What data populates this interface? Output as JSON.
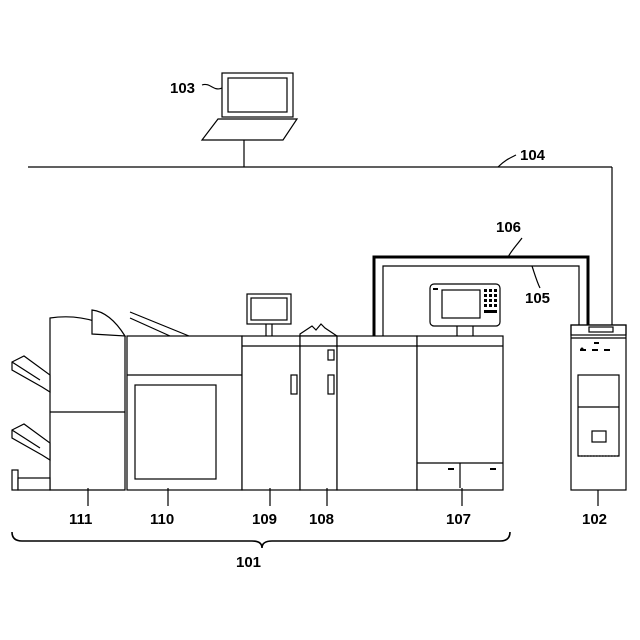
{
  "labels": {
    "pc": "103",
    "network": "104",
    "cable_outer": "106",
    "cable_inner": "105",
    "server": "102",
    "unit_111": "111",
    "unit_110": "110",
    "unit_109": "109",
    "unit_108": "108",
    "unit_107": "107",
    "system": "101"
  },
  "colors": {
    "line": "#000000",
    "background": "#ffffff"
  }
}
